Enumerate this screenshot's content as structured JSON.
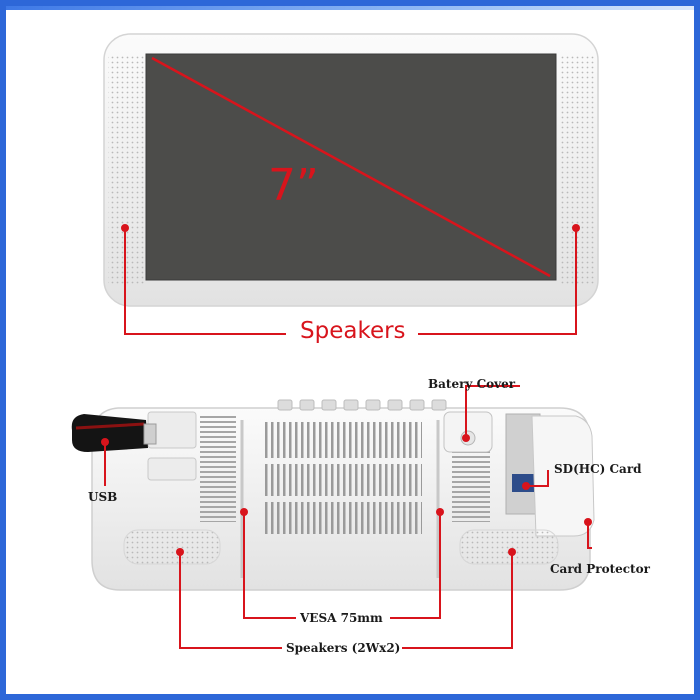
{
  "front_view": {
    "screen_size": "7”",
    "speakers_label": "Speakers"
  },
  "back_view": {
    "battery_cover": "Batery Cover",
    "sd_card": "SD(HC) Card",
    "usb": "USB",
    "card_protector": "Card Protector",
    "vesa": "VESA 75mm",
    "speakers": "Speakers (2Wx2)"
  },
  "colors": {
    "border": "#2d67d8",
    "annotation": "#d8141c",
    "device_body": "#f2f2f2",
    "screen": "#4a4a48"
  }
}
